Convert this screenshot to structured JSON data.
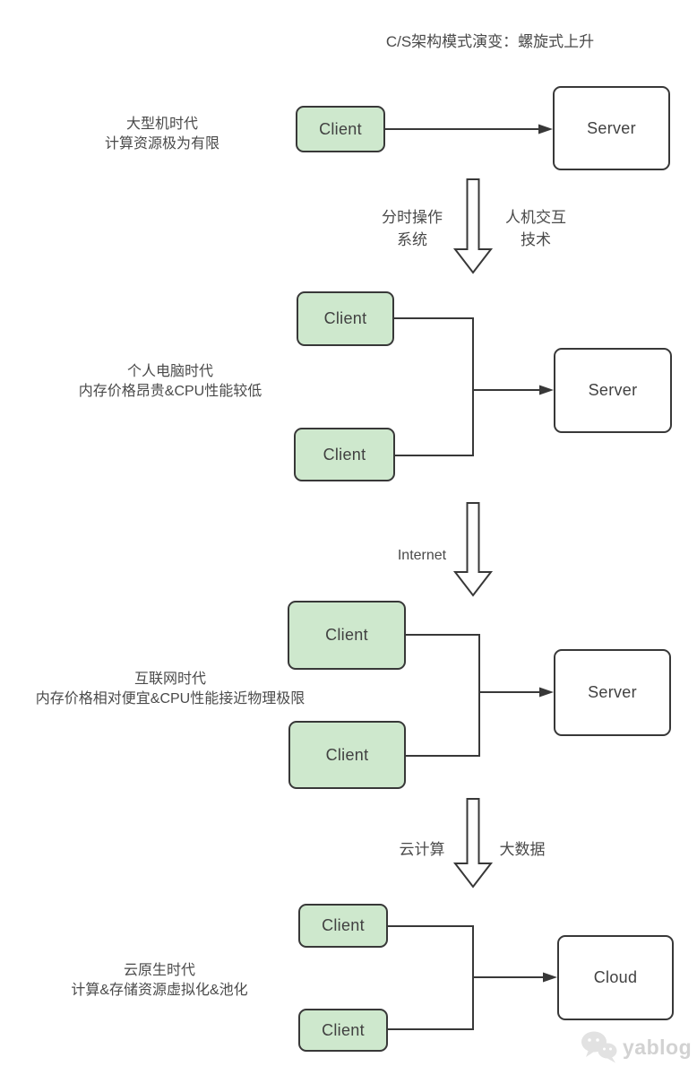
{
  "title": "C/S架构模式演变：螺旋式上升",
  "stages": [
    {
      "era": "大型机时代",
      "desc": "计算资源极为有限",
      "client1": "Client",
      "server": "Server"
    },
    {
      "era": "个人电脑时代",
      "desc": "内存价格昂贵&CPU性能较低",
      "client1": "Client",
      "client2": "Client",
      "server": "Server"
    },
    {
      "era": "互联网时代",
      "desc": "内存价格相对便宜&CPU性能接近物理极限",
      "client1": "Client",
      "client2": "Client",
      "server": "Server"
    },
    {
      "era": "云原生时代",
      "desc": "计算&存储资源虚拟化&池化",
      "client1": "Client",
      "client2": "Client",
      "server": "Cloud"
    }
  ],
  "transitions": [
    {
      "left": "分时操作\n系统",
      "right": "人机交互\n技术"
    },
    {
      "left": "Internet"
    },
    {
      "left": "云计算",
      "right": "大数据"
    }
  ],
  "watermark": "yablog",
  "colors": {
    "client_fill": "#cee8cd",
    "box_border": "#383838",
    "line": "#383838",
    "text": "#4a4a4a",
    "watermark": "#d2d2d2",
    "background": "#ffffff"
  }
}
